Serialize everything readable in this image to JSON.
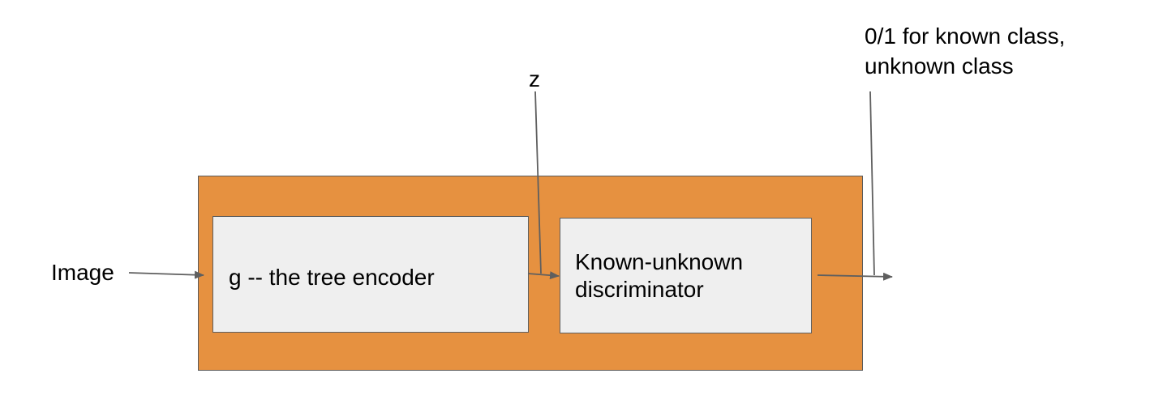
{
  "diagram": {
    "input_label": "Image",
    "latent_label": "z",
    "encoder_label": "g -- the tree encoder",
    "discriminator_label_lines": [
      "Known-unknown",
      "discriminator"
    ],
    "output_label_lines": [
      "0/1 for known class,",
      "unknown class"
    ]
  },
  "colors": {
    "container_fill": "#e69140",
    "block_fill": "#efefef",
    "arrow": "#5f5f5f",
    "text": "#000000"
  }
}
